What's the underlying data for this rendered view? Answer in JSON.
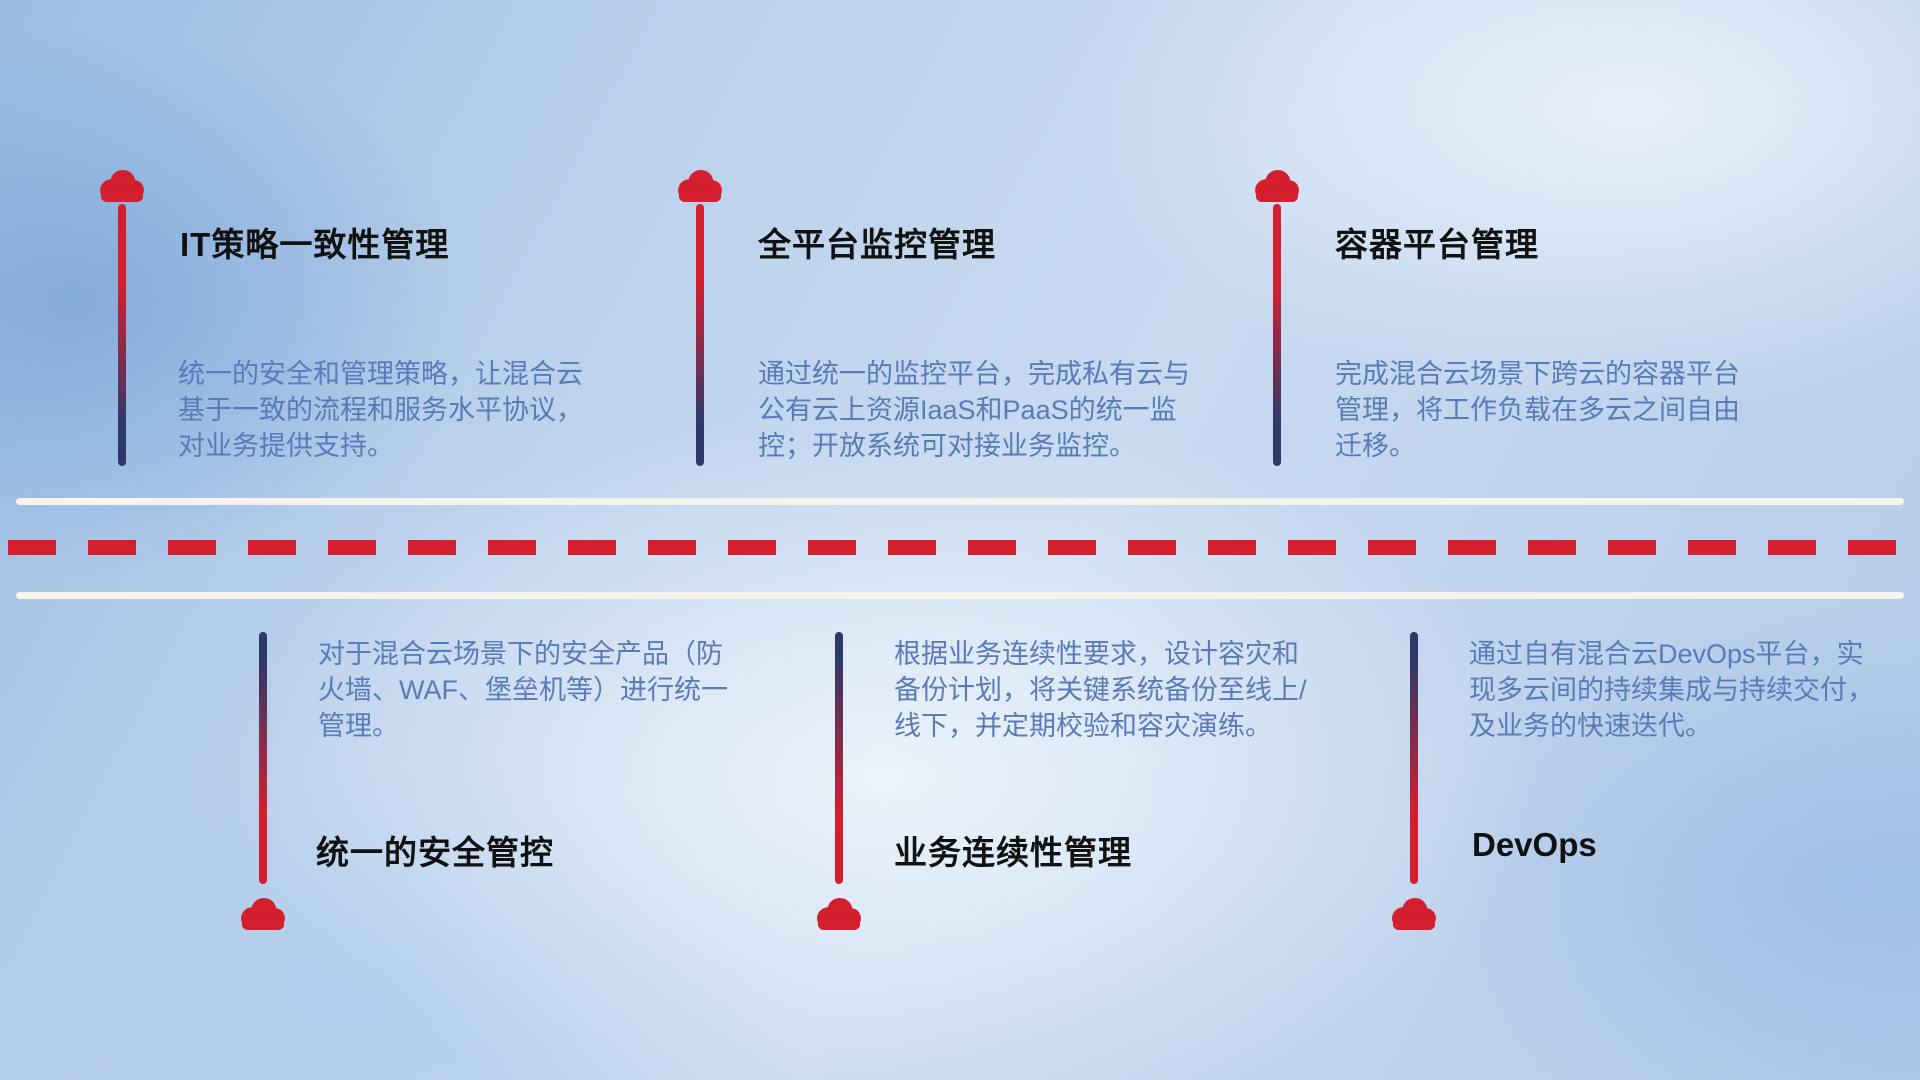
{
  "diagram": {
    "top_items": [
      {
        "title": "IT策略一致性管理",
        "description": "统一的安全和管理策略，让混合云基于一致的流程和服务水平协议，对业务提供支持。"
      },
      {
        "title": "全平台监控管理",
        "description": "通过统一的监控平台，完成私有云与公有云上资源IaaS和PaaS的统一监控；开放系统可对接业务监控。"
      },
      {
        "title": "容器平台管理",
        "description": "完成混合云场景下跨云的容器平台管理，将工作负载在多云之间自由迁移。"
      }
    ],
    "bottom_items": [
      {
        "title": "统一的安全管控",
        "description": "对于混合云场景下的安全产品（防火墙、WAF、堡垒机等）进行统一管理。"
      },
      {
        "title": "业务连续性管理",
        "description": "根据业务连续性要求，设计容灾和备份计划，将关键系统备份至线上/线下，并定期校验和容灾演练。"
      },
      {
        "title": "DevOps",
        "description": "通过自有混合云DevOps平台，实现多云间的持续集成与持续交付，及业务的快速迭代。"
      }
    ],
    "colors": {
      "cloud_red": "#d41f2f",
      "dash_red": "#d41f2f",
      "line_navy": "#2b3a6b",
      "title_color": "#111111",
      "description_color": "#5a7ab8",
      "road_white": "#f6f2ec"
    }
  }
}
